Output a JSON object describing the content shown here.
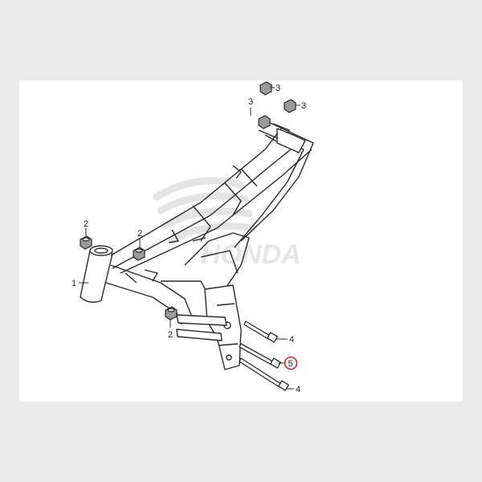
{
  "watermark": {
    "brand": "HONDA"
  },
  "callouts": [
    {
      "id": "c1",
      "ref": "1"
    },
    {
      "id": "c2a",
      "ref": "2"
    },
    {
      "id": "c2b",
      "ref": "2"
    },
    {
      "id": "c2c",
      "ref": "2"
    },
    {
      "id": "c3a",
      "ref": "3"
    },
    {
      "id": "c3b",
      "ref": "3"
    },
    {
      "id": "c3c",
      "ref": "3"
    },
    {
      "id": "c4a",
      "ref": "4"
    },
    {
      "id": "c5",
      "ref": "5",
      "highlighted": true
    },
    {
      "id": "c4b",
      "ref": "4"
    }
  ],
  "colors": {
    "line": "#2a2a2a",
    "highlight": "#d4282d",
    "watermark": "#e6e6e6",
    "sheet": "#ffffff",
    "background": "#ebebeb"
  }
}
